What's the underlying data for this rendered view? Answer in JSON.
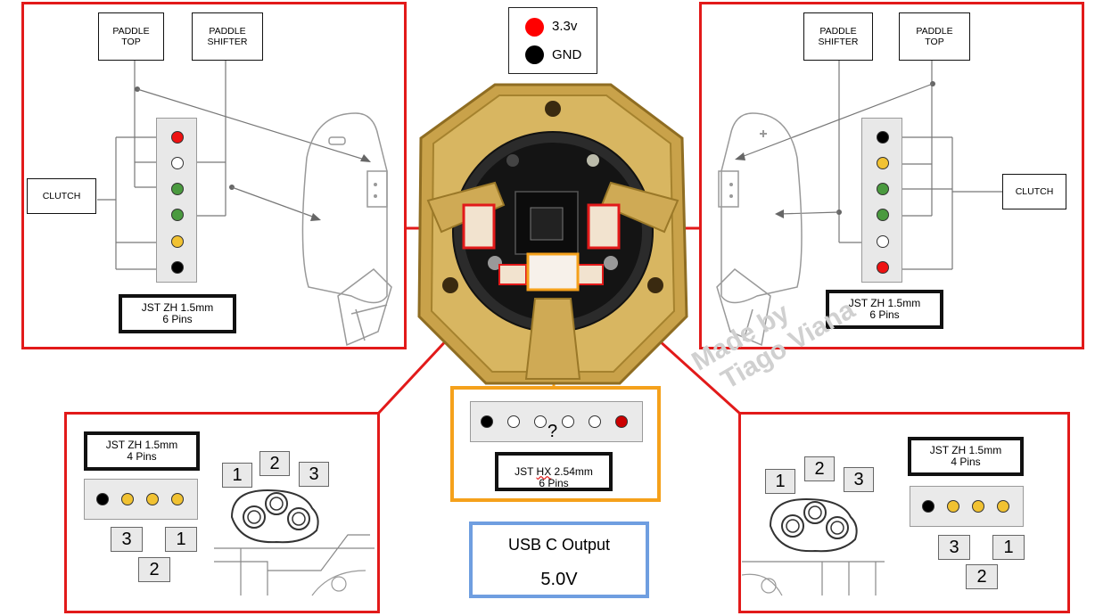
{
  "legend": {
    "items": [
      {
        "label": "3.3v",
        "color": "#ff0000"
      },
      {
        "label": "GND",
        "color": "#000000"
      }
    ]
  },
  "left_panel": {
    "paddle_top": "PADDLE\nTOP",
    "paddle_shifter": "PADDLE\nSHIFTER",
    "clutch": "CLUTCH",
    "connector": "JST ZH 1.5mm\n6 Pins",
    "pins": [
      "#ee1111",
      "#ffffff",
      "#4a9a3f",
      "#4a9a3f",
      "#f1c232",
      "#000000"
    ]
  },
  "right_panel": {
    "paddle_shifter": "PADDLE\nSHIFTER",
    "paddle_top": "PADDLE\nTOP",
    "clutch": "CLUTCH",
    "connector": "JST ZH 1.5mm\n6 Pins",
    "pins": [
      "#000000",
      "#f1c232",
      "#4a9a3f",
      "#4a9a3f",
      "#ffffff",
      "#ee1111"
    ]
  },
  "bottom_left": {
    "connector": "JST ZH 1.5mm\n4 Pins",
    "pins": [
      "#000000",
      "#f1c232",
      "#f1c232",
      "#f1c232"
    ],
    "numbers_top": [
      "1",
      "2",
      "3"
    ],
    "numbers_bottom": [
      "3",
      "1",
      "2"
    ]
  },
  "bottom_right": {
    "connector": "JST ZH 1.5mm\n4 Pins",
    "pins": [
      "#000000",
      "#f1c232",
      "#f1c232",
      "#f1c232"
    ],
    "numbers_top": [
      "1",
      "2",
      "3"
    ],
    "numbers_bottom": [
      "3",
      "1",
      "2"
    ]
  },
  "center_connector": {
    "label_prefix": "JST ",
    "label_hx": "HX",
    "label_suffix": " 2.54mm",
    "label_pins": "6 Pins",
    "question": "?",
    "pins": [
      "#000000",
      "#ffffff",
      "#ffffff",
      "#ffffff",
      "#ffffff",
      "#cc0000"
    ]
  },
  "usb": {
    "title": "USB C Output",
    "voltage": "5.0V"
  },
  "watermark": {
    "line1": "Made by",
    "line2": "Tiago Viana"
  }
}
